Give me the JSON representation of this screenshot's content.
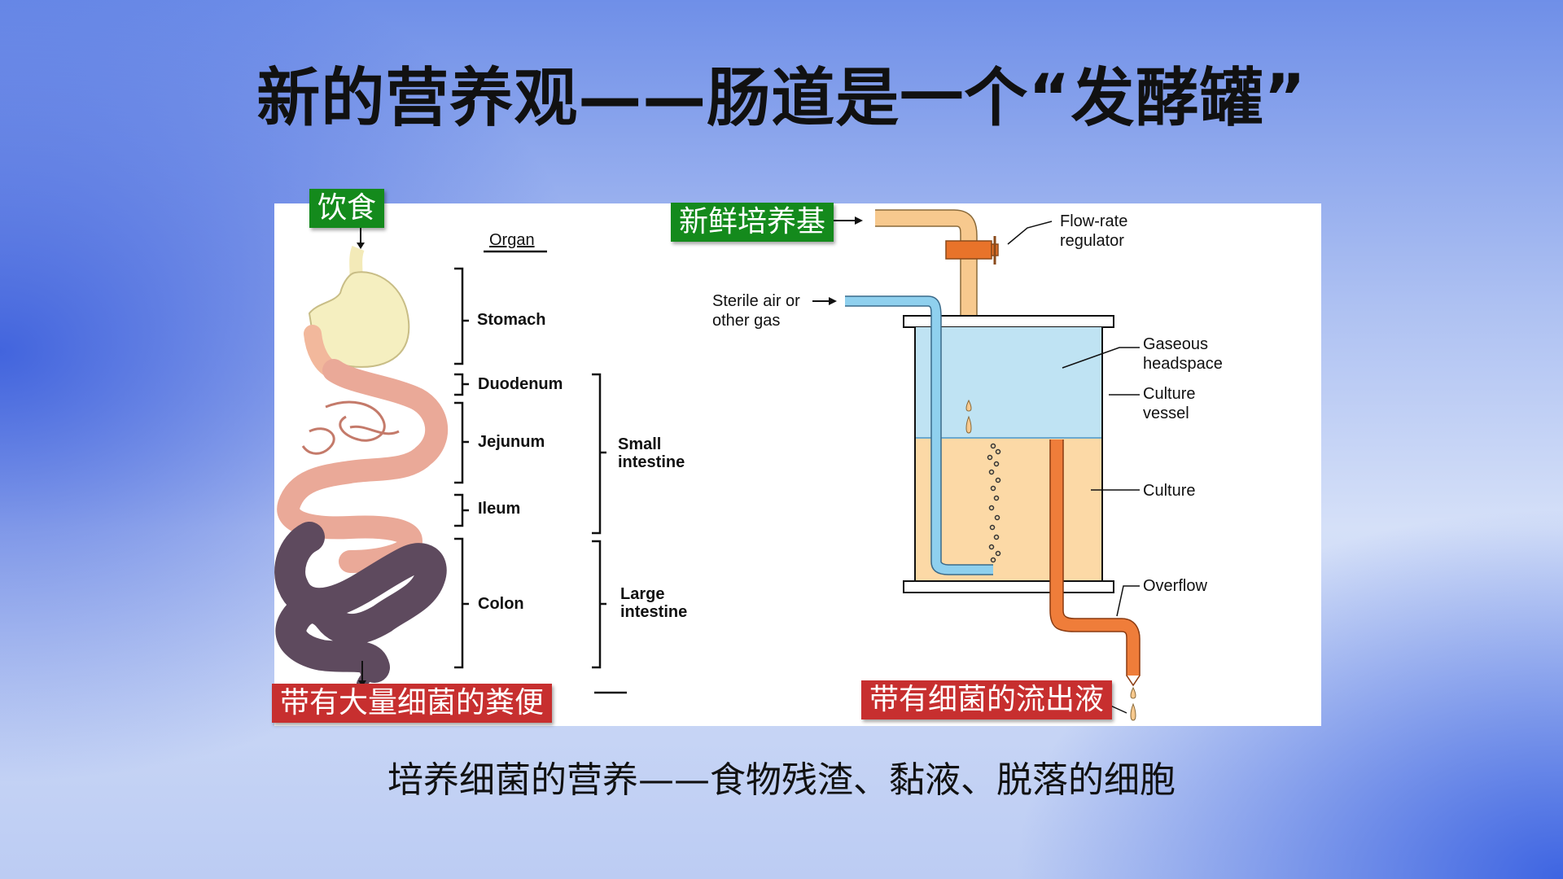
{
  "title": "新的营养观——肠道是一个“发酵罐”",
  "footer": "培养细菌的营养——食物残渣、黏液、脱落的细胞",
  "badges": {
    "diet": "饮食",
    "feces": "带有大量细菌的粪便",
    "fresh_medium": "新鲜培养基",
    "effluent": "带有细菌的流出液"
  },
  "gut": {
    "header": "Organ",
    "organs": [
      "Stomach",
      "Duodenum",
      "Jejunum",
      "Ileum",
      "Colon"
    ],
    "groups": {
      "small": [
        "Small",
        "intestine"
      ],
      "large": [
        "Large",
        "intestine"
      ]
    }
  },
  "vessel": {
    "flow_rate": [
      "Flow-rate",
      "regulator"
    ],
    "sterile": [
      "Sterile air or",
      "other gas"
    ],
    "headspace": [
      "Gaseous",
      "headspace"
    ],
    "culture_vessel": [
      "Culture",
      "vessel"
    ],
    "culture": "Culture",
    "overflow": "Overflow"
  },
  "colors": {
    "diet_badge": "#148a1c",
    "output_badge": "#c72f2f",
    "medium_tube": "#f7c98e",
    "regulator": "#e8732a",
    "gas_tube": "#8fd0ee",
    "headspace": "#bfe3f3",
    "culture_fill": "#fcd9a6",
    "overflow_tube": "#ef7d3a"
  }
}
